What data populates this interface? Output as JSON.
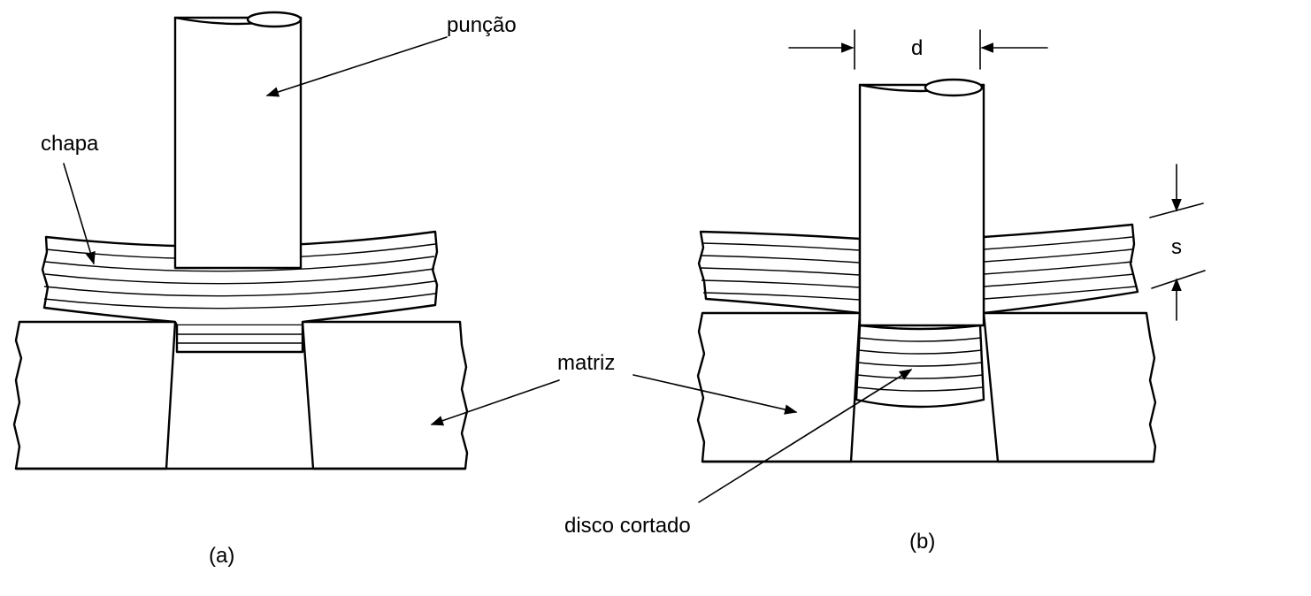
{
  "labels": {
    "punch": "punção",
    "sheet": "chapa",
    "die": "matriz",
    "blank": "disco cortado",
    "diameter": "d",
    "thickness": "s",
    "fig_a": "(a)",
    "fig_b": "(b)"
  },
  "colors": {
    "ink": "#000000",
    "paper": "#ffffff"
  }
}
